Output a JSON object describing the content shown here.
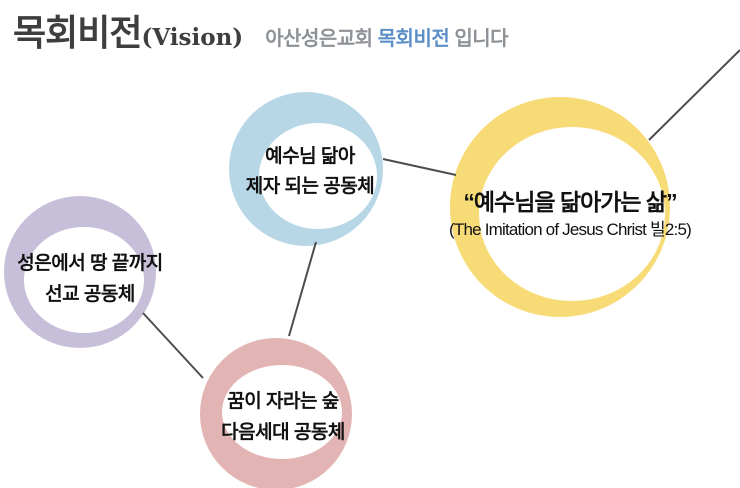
{
  "header": {
    "title": "목회비전",
    "title_suffix": "(Vision)",
    "subtitle_prefix": "아산성은교회",
    "subtitle_highlight": "목회비전",
    "subtitle_suffix": "입니다"
  },
  "colors": {
    "title_text": "#3e3e3e",
    "subtitle_gray": "#8d9297",
    "subtitle_blue": "#5d8fc7",
    "connector": "#4d4d4d"
  },
  "diagram": {
    "connector_color": "#4d4d4d",
    "nodes": [
      {
        "id": "discipleship",
        "ring_color": "#b7d7e6",
        "lines": [
          "예수님 닮아",
          "제자 되는 공동체"
        ]
      },
      {
        "id": "vision-core",
        "ring_color": "#f7db76",
        "lines": [
          "“예수님을 닮아가는 삶”",
          "(The Imitation of Jesus Christ 빌2:5)"
        ]
      },
      {
        "id": "mission",
        "ring_color": "#c7bfd9",
        "lines": [
          "성은에서 땅 끝까지",
          "선교 공동체"
        ]
      },
      {
        "id": "next-generation",
        "ring_color": "#e3b4b4",
        "lines": [
          "꿈이 자라는 숲",
          "다음세대 공동체"
        ]
      }
    ]
  }
}
